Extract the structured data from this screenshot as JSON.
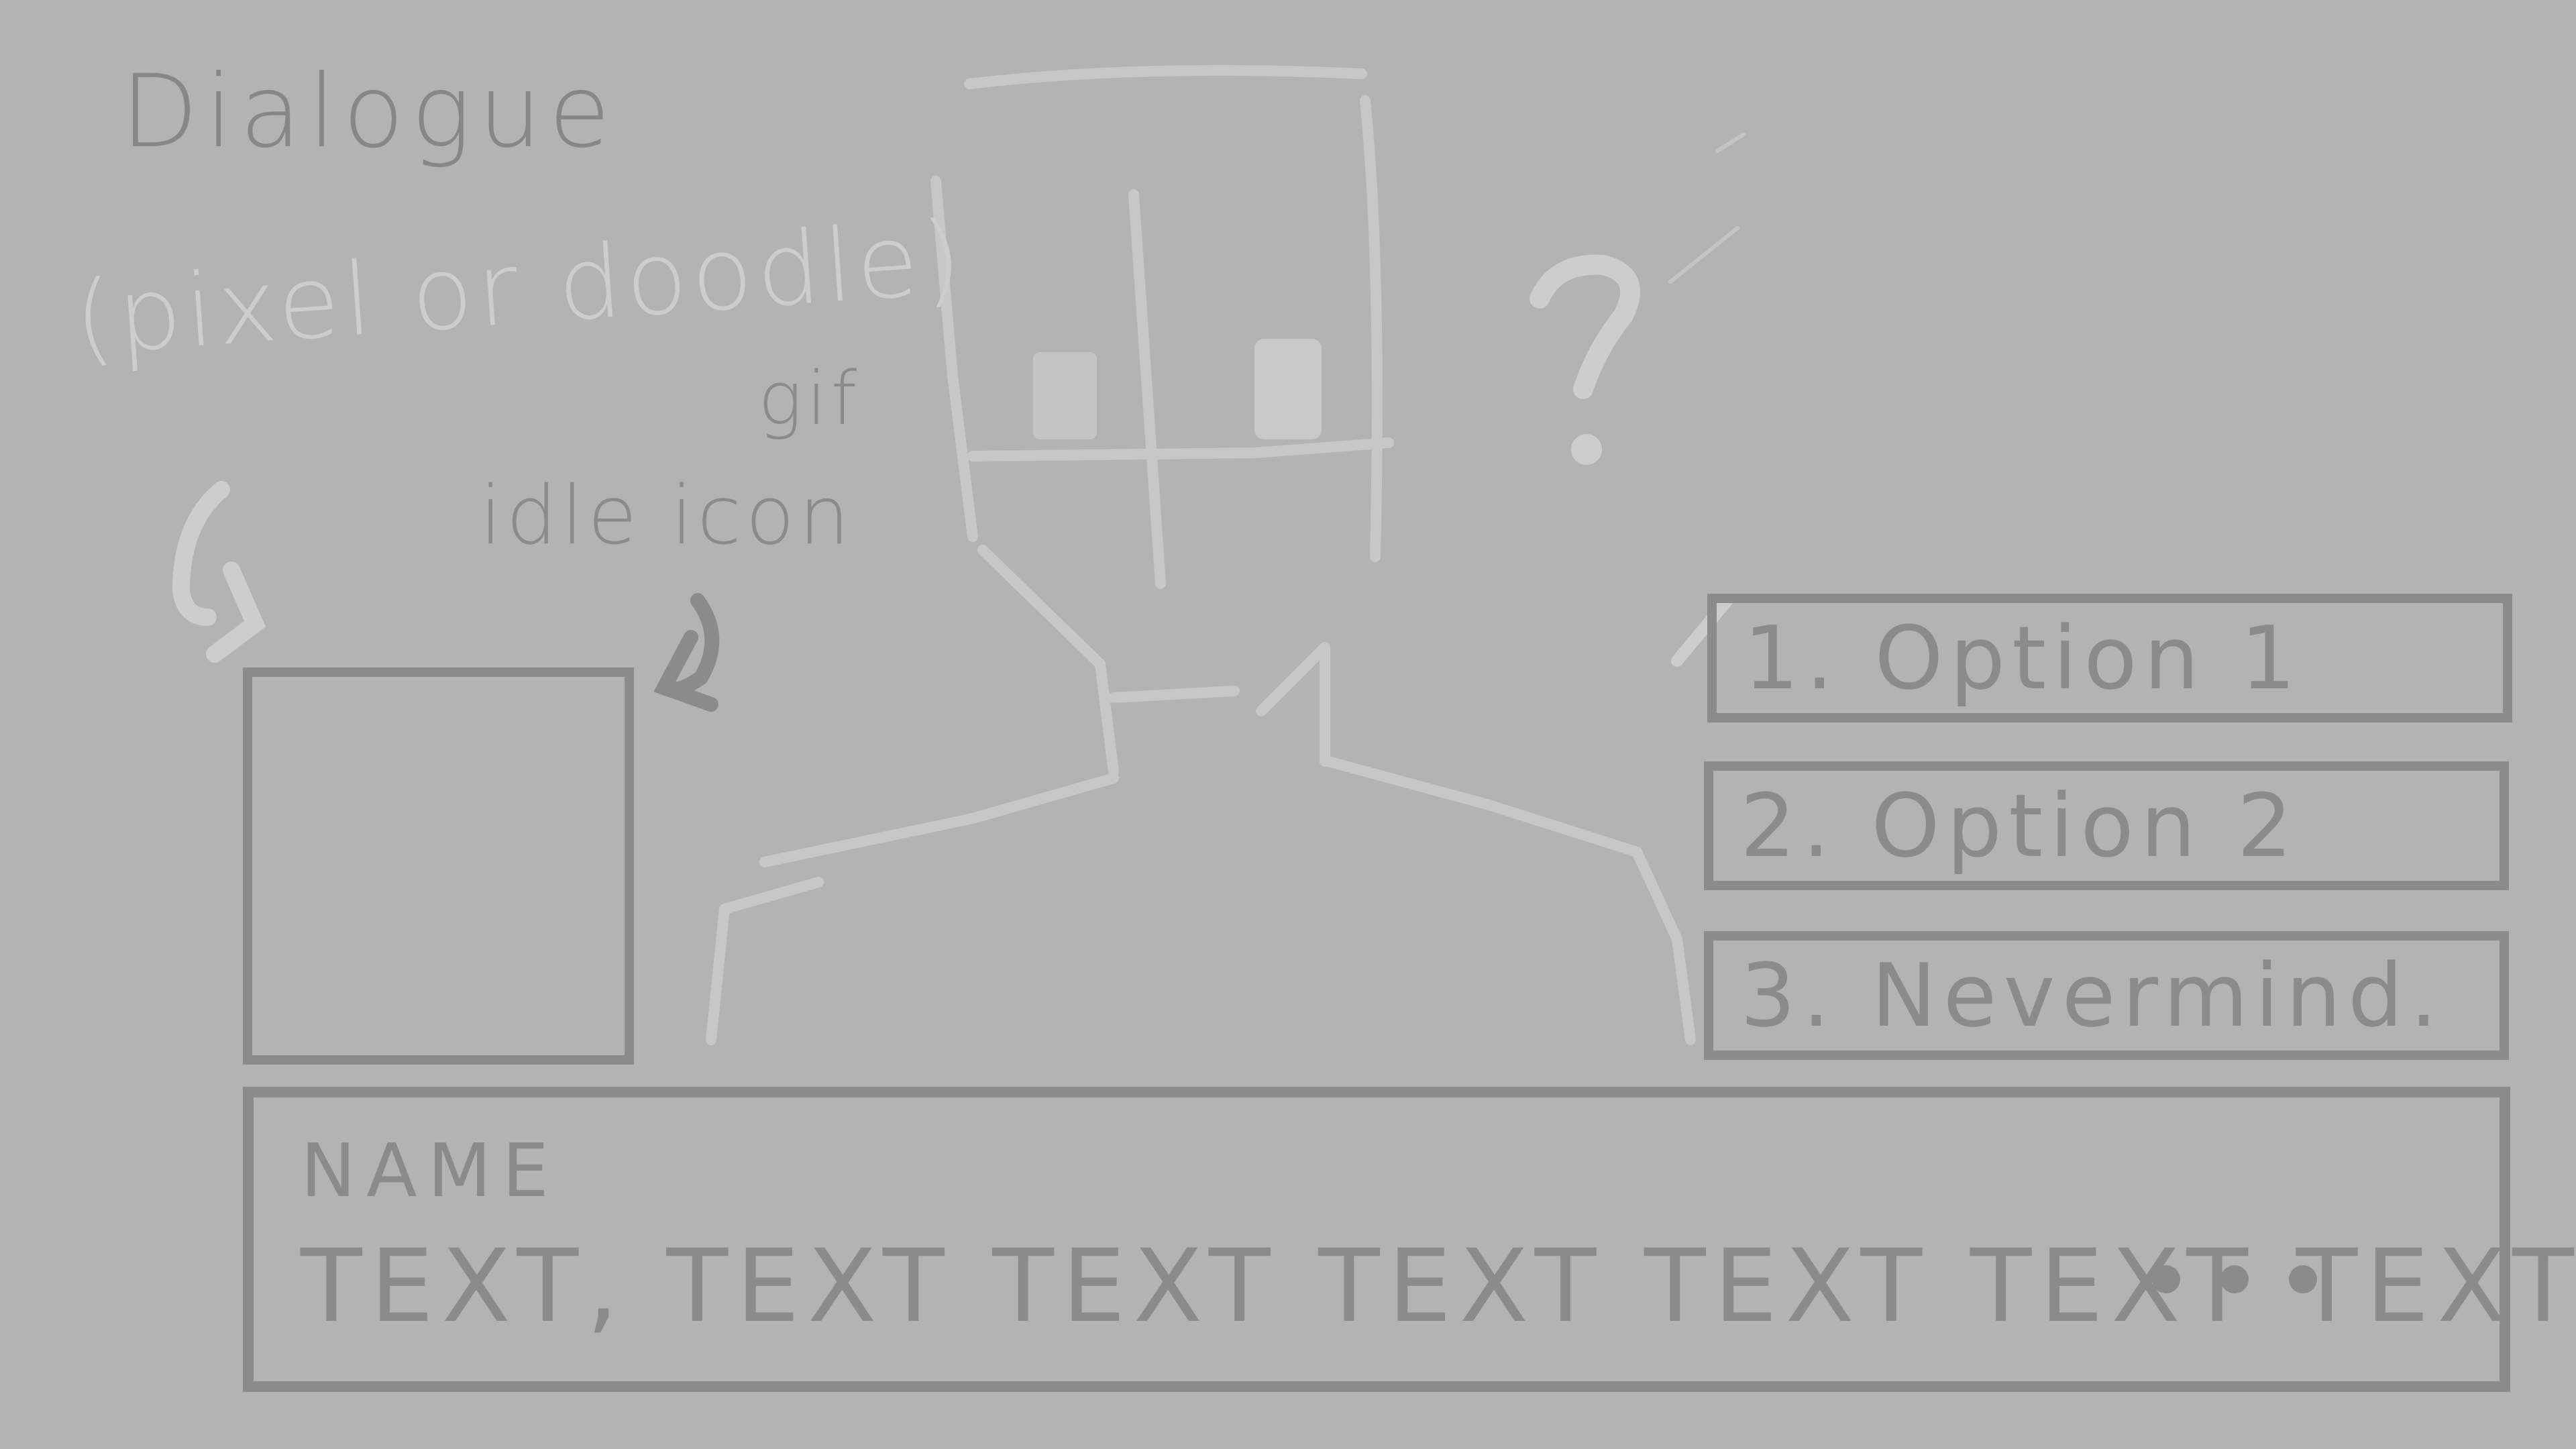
{
  "sketch": {
    "title": "Dialogue",
    "portrait_note": "(pixel or doodle)",
    "gif_note": "gif",
    "idle_icon_note": "idle icon"
  },
  "portrait": {
    "speech_icon": "question-mark-icon"
  },
  "options": [
    {
      "label": "1. Option 1"
    },
    {
      "label": "2. Option 2"
    },
    {
      "label": "3. Nevermind."
    }
  ],
  "dialogue": {
    "name": "NAME",
    "text": "TEXT, TEXT TEXT TEXT TEXT TEXT TEXT"
  },
  "colors": {
    "background": "#b3b3b3",
    "ink_dark": "#8c8c8c",
    "ink_light": "#cdcdcd"
  }
}
